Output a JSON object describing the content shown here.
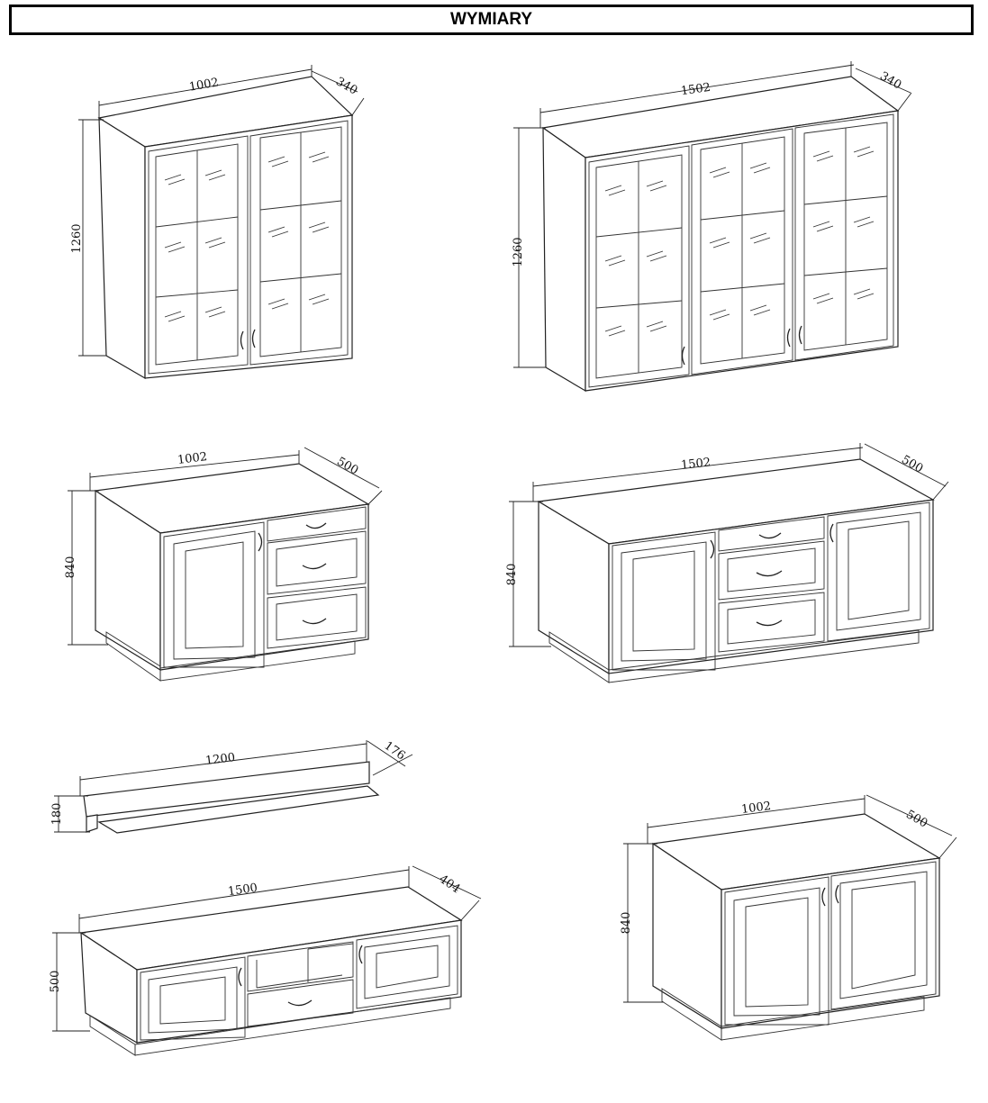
{
  "header": {
    "title": "WYMIARY"
  },
  "units": [
    {
      "id": "vitrine-2-door",
      "width": "1002",
      "depth": "340",
      "height": "1260"
    },
    {
      "id": "vitrine-3-door",
      "width": "1502",
      "depth": "340",
      "height": "1260"
    },
    {
      "id": "dresser-1-door-3-drawers",
      "width": "1002",
      "depth": "500",
      "height": "840"
    },
    {
      "id": "dresser-2-door-3-drawers",
      "width": "1502",
      "depth": "500",
      "height": "840"
    },
    {
      "id": "wall-shelf",
      "width": "1200",
      "depth": "176",
      "height": "180"
    },
    {
      "id": "tv-stand",
      "width": "1500",
      "depth": "404",
      "height": "500"
    },
    {
      "id": "cabinet-2-door",
      "width": "1002",
      "depth": "500",
      "height": "840"
    }
  ],
  "colors": {
    "line": "#222222",
    "background": "#ffffff",
    "border": "#000000"
  }
}
